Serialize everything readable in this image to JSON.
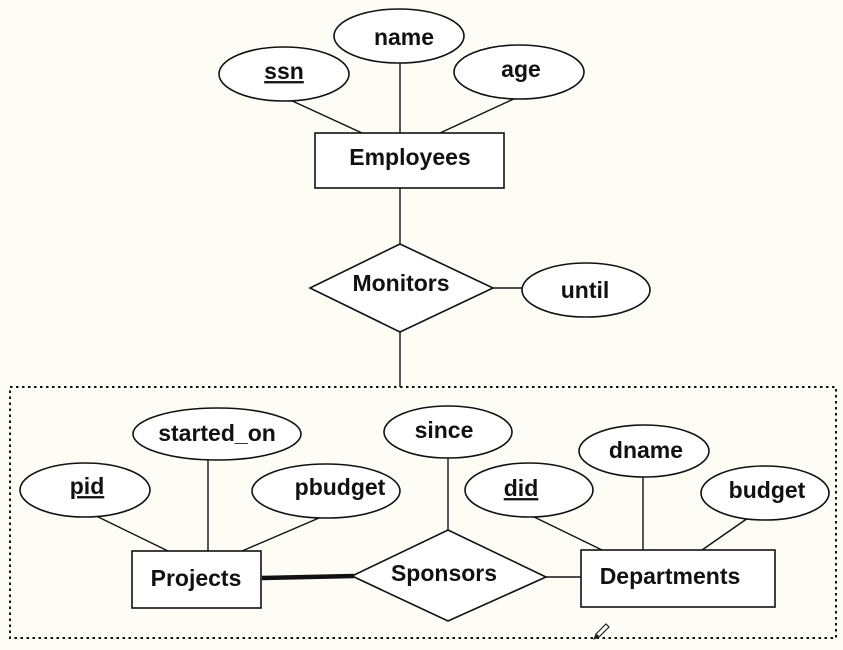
{
  "diagram": {
    "entities": {
      "employees": "Employees",
      "projects": "Projects",
      "departments": "Departments"
    },
    "relationships": {
      "monitors": "Monitors",
      "sponsors": "Sponsors"
    },
    "attributes": {
      "ssn": "ssn",
      "name": "name",
      "age": "age",
      "until": "until",
      "pid": "pid",
      "started_on": "started_on",
      "pbudget": "pbudget",
      "since": "since",
      "did": "did",
      "dname": "dname",
      "budget": "budget"
    }
  }
}
